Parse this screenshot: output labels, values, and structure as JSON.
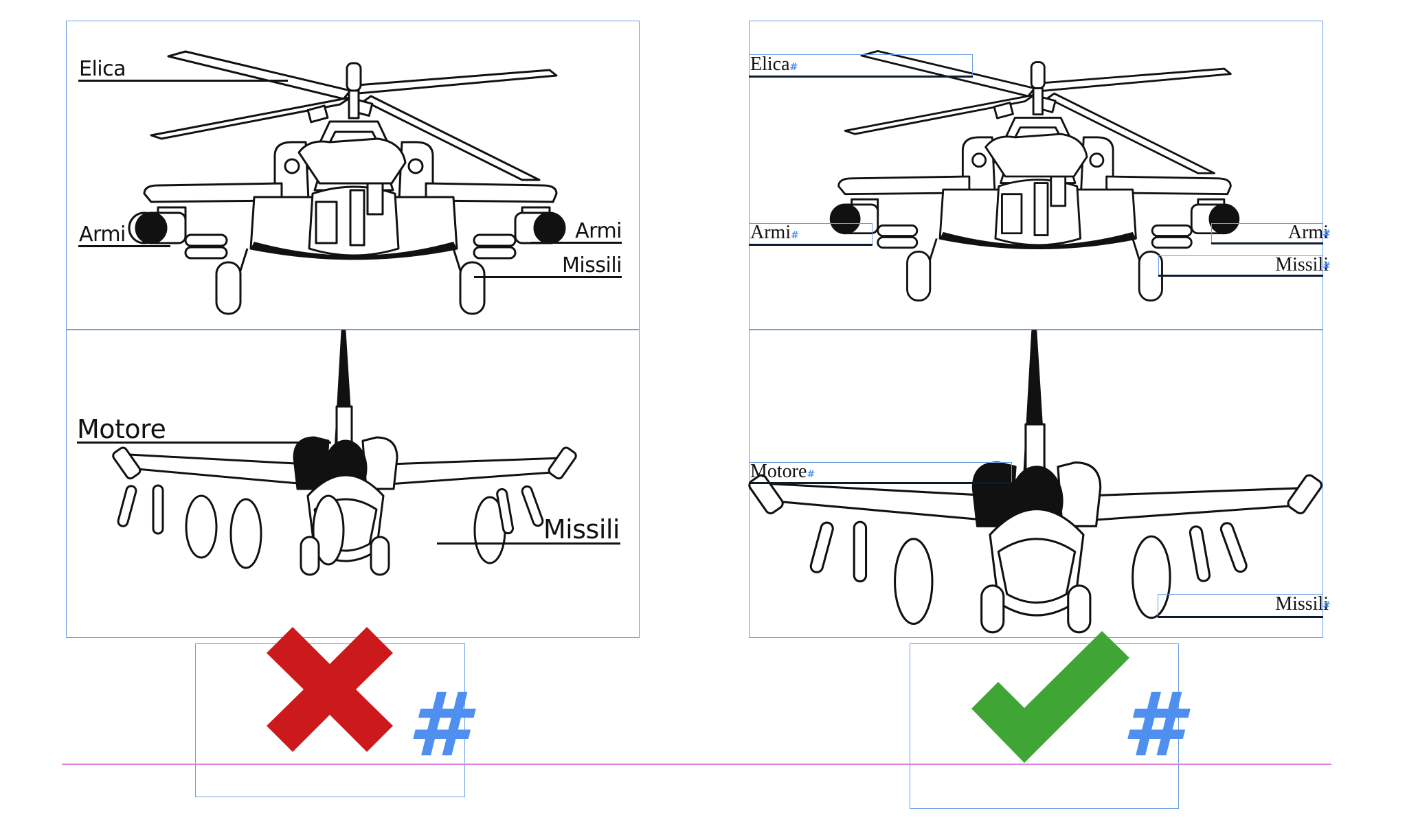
{
  "panels": {
    "wrong": {
      "verdict": "incorrect",
      "helicopter_labels": {
        "propeller": "Elica",
        "weapons_left": "Armi",
        "weapons_right": "Armi",
        "missiles": "Missili"
      },
      "jet_labels": {
        "engine": "Motore",
        "missiles": "Missili"
      },
      "marker_hash": "#"
    },
    "correct": {
      "verdict": "correct",
      "helicopter_labels": {
        "propeller": "Elica",
        "weapons_left": "Armi",
        "weapons_right": "Armi",
        "missiles": "Missili"
      },
      "jet_labels": {
        "engine": "Motore",
        "missiles": "Missili"
      },
      "anchor_hash": "#",
      "marker_hash": "#"
    }
  },
  "colors": {
    "frame_border": "#6a9fe0",
    "anchor_blue": "#4f8ff0",
    "cross_red": "#cc1a1c",
    "check_green": "#3fa535",
    "baseline_pink": "#dd7fe0",
    "ink": "#111111"
  },
  "icons": {
    "wrong_marker": "red-x-icon",
    "correct_marker": "green-check-icon",
    "anchor_marker": "hash-anchor-icon"
  }
}
